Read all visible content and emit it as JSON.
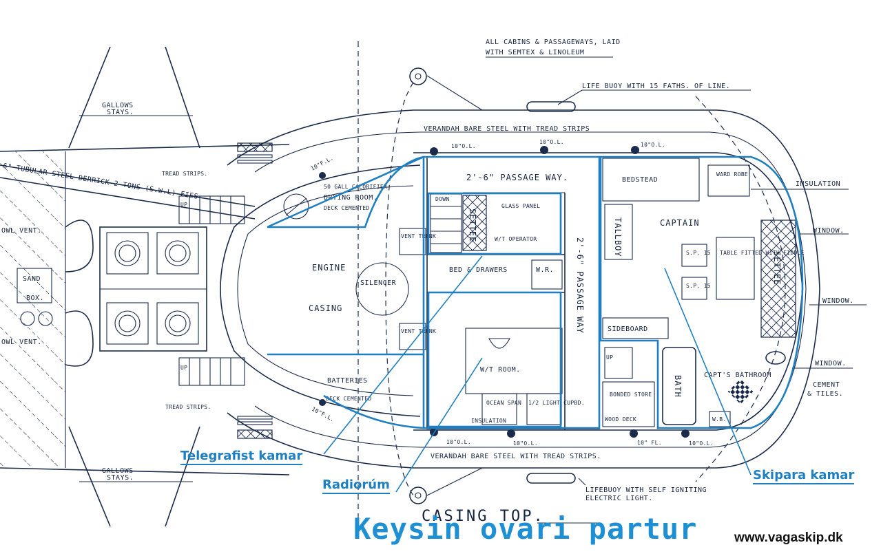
{
  "notes": {
    "cabins_line1": "ALL CABINS & PASSAGEWAYS, LAID",
    "cabins_line2": "WITH SEMTEX & LINOLEUM",
    "lifebuoy_top": "LIFE BUOY WITH 15 FATHS. OF LINE.",
    "lifebuoy_bottom_line1": "LIFEBUOY WITH SELF IGNITING",
    "lifebuoy_bottom_line2": "ELECTRIC LIGHT.",
    "verandah_top": "VERANDAH BARE STEEL WITH TREAD STRIPS",
    "verandah_bottom": "VERANDAH BARE STEEL WITH TREAD STRIPS.",
    "insulation": "INSULATION",
    "window_1": "WINDOW.",
    "window_2": "WINDOW.",
    "window_3": "WINDOW.",
    "cement_line1": "CEMENT",
    "cement_line2": "& TILES.",
    "gallows_top_1": "GALLOWS",
    "gallows_top_2": "STAYS.",
    "gallows_bottom_1": "GALLOWS",
    "gallows_bottom_2": "STAYS.",
    "derrick": "6\" TUBULAR STEEL DERRICK 2 TONS (S.W.L) FIES",
    "tread_top": "TREAD STRIPS.",
    "tread_bottom": "TREAD STRIPS.",
    "owl_vent_top": "OWL VENT.",
    "owl_vent_bottom": "OWL VENT.",
    "sand": "SAND",
    "box": "BOX.",
    "up_1": "UP",
    "up_2": "UP",
    "up_3": "UP",
    "fl_top": "10\"F.L.",
    "fl_bottom": "10\"F.L.",
    "ol_top_1": "10\"O.L.",
    "ol_top_2": "10\"O.L.",
    "ol_top_3": "10\"O.L.",
    "ol_bot_1": "10\"O.L.",
    "ol_bot_2": "10\"O.L.",
    "ol_bot_3": "10\"O.L.",
    "fl_bot_2": "10\" FL."
  },
  "rooms": {
    "calorifier": "50 GALL CALORIFIER",
    "drying_room": "DRYING ROOM.",
    "deck_cemented": "DECK CEMENTED",
    "engine": "ENGINE",
    "casing": "CASING",
    "silencer": "SILENCER",
    "batteries": "BATTERIES",
    "deck_cemented_2": "DECK CEMENTED",
    "vent_trunk_1": "VENT TRUNK",
    "vent_trunk_2": "VENT TRUNK",
    "passage_way_top": "2'-6\" PASSAGE WAY.",
    "passage_way_vert": "2'-6\" PASSAGE WAY",
    "down": "DOWN",
    "settee_1": "SETTEE",
    "glass_panel": "GLASS PANEL",
    "w_t_operator": "W/T OPERATOR",
    "bed_drawers": "BED & DRAWERS",
    "w_r": "W.R.",
    "wt_room": "W/T ROOM.",
    "ocean_span": "OCEAN SPAN",
    "insulation_small": "INSULATION",
    "light_cupbd": "1/2 LIGHT CUPBD.",
    "bedstead": "BEDSTEAD",
    "ward_robe": "WARD ROBE",
    "captain": "CAPTAIN",
    "tallboy": "TALLBOY",
    "sp_1": "S.P. 15",
    "sp_2": "S.P. 15",
    "table": "TABLE FITTED WITH FIDDLE",
    "settee_2": "SETTEE",
    "sideboard": "SIDEBOARD",
    "bath": "BATH",
    "capts_bathroom": "CAPT'S BATHROOM",
    "bonded_store": "BONDED STORE",
    "wood_deck": "WOOD DECK",
    "wb": "W.B."
  },
  "casing_top": "CASING TOP.",
  "callouts": {
    "telegrafist": "Telegrafist kamar",
    "radiorum": "Radiorúm",
    "skipara": "Skipara kamar"
  },
  "title": "Keysin ovari partur",
  "website": "www.vagaskip.dk",
  "colors": {
    "ink": "#1a2a4a",
    "highlight": "#1f7fc0",
    "title": "#1f8fd4"
  }
}
